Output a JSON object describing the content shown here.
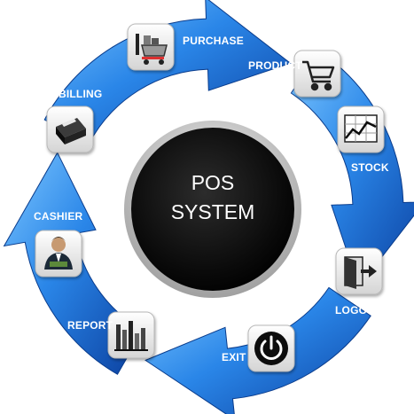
{
  "center": {
    "line1": "POS",
    "line2": "SYSTEM"
  },
  "steps": [
    {
      "label": "PURCHASE",
      "icon": "purchase-cart-icon"
    },
    {
      "label": "PRODUCT",
      "icon": "shopping-cart-icon"
    },
    {
      "label": "STOCK",
      "icon": "stock-chart-icon"
    },
    {
      "label": "LOGOUT",
      "icon": "logout-door-icon"
    },
    {
      "label": "EXIT",
      "icon": "power-icon"
    },
    {
      "label": "REPORT",
      "icon": "report-bar-chart-icon"
    },
    {
      "label": "CASHIER",
      "icon": "cashier-person-icon"
    },
    {
      "label": "BILLING",
      "icon": "billing-printer-icon"
    }
  ],
  "colors": {
    "arrow_light": "#5cb3f5",
    "arrow_dark": "#0d4fb0",
    "center": "#111111"
  }
}
